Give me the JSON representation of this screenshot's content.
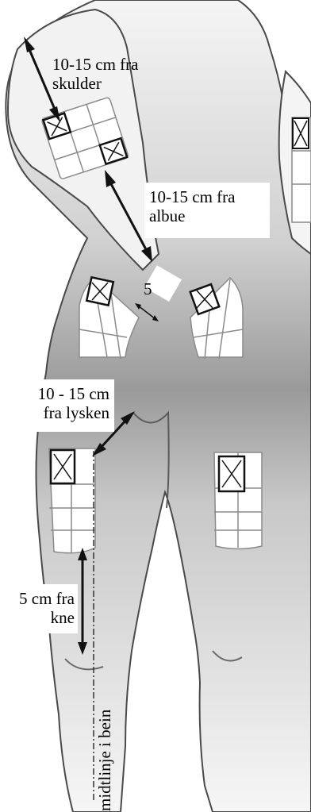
{
  "labels": {
    "shoulder": [
      "10-15 cm fra",
      "skulder"
    ],
    "elbow": [
      "10-15 cm fra",
      "albue"
    ],
    "navel": "5",
    "groin": [
      "10 - 15 cm",
      "fra lysken"
    ],
    "knee": [
      "5 cm fra",
      "kne"
    ],
    "midline": "midtlinje i bein"
  },
  "colors": {
    "body_light": "#f4f4f4",
    "body_dark": "#8c8c8c",
    "outline": "#4a4a4a",
    "arrow": "#111111",
    "grid_line": "#8a8a8a",
    "grid_fill": "#ffffff"
  },
  "icons": [
    "double-arrow-icon",
    "injection-site-grid",
    "x-mark-icon"
  ]
}
